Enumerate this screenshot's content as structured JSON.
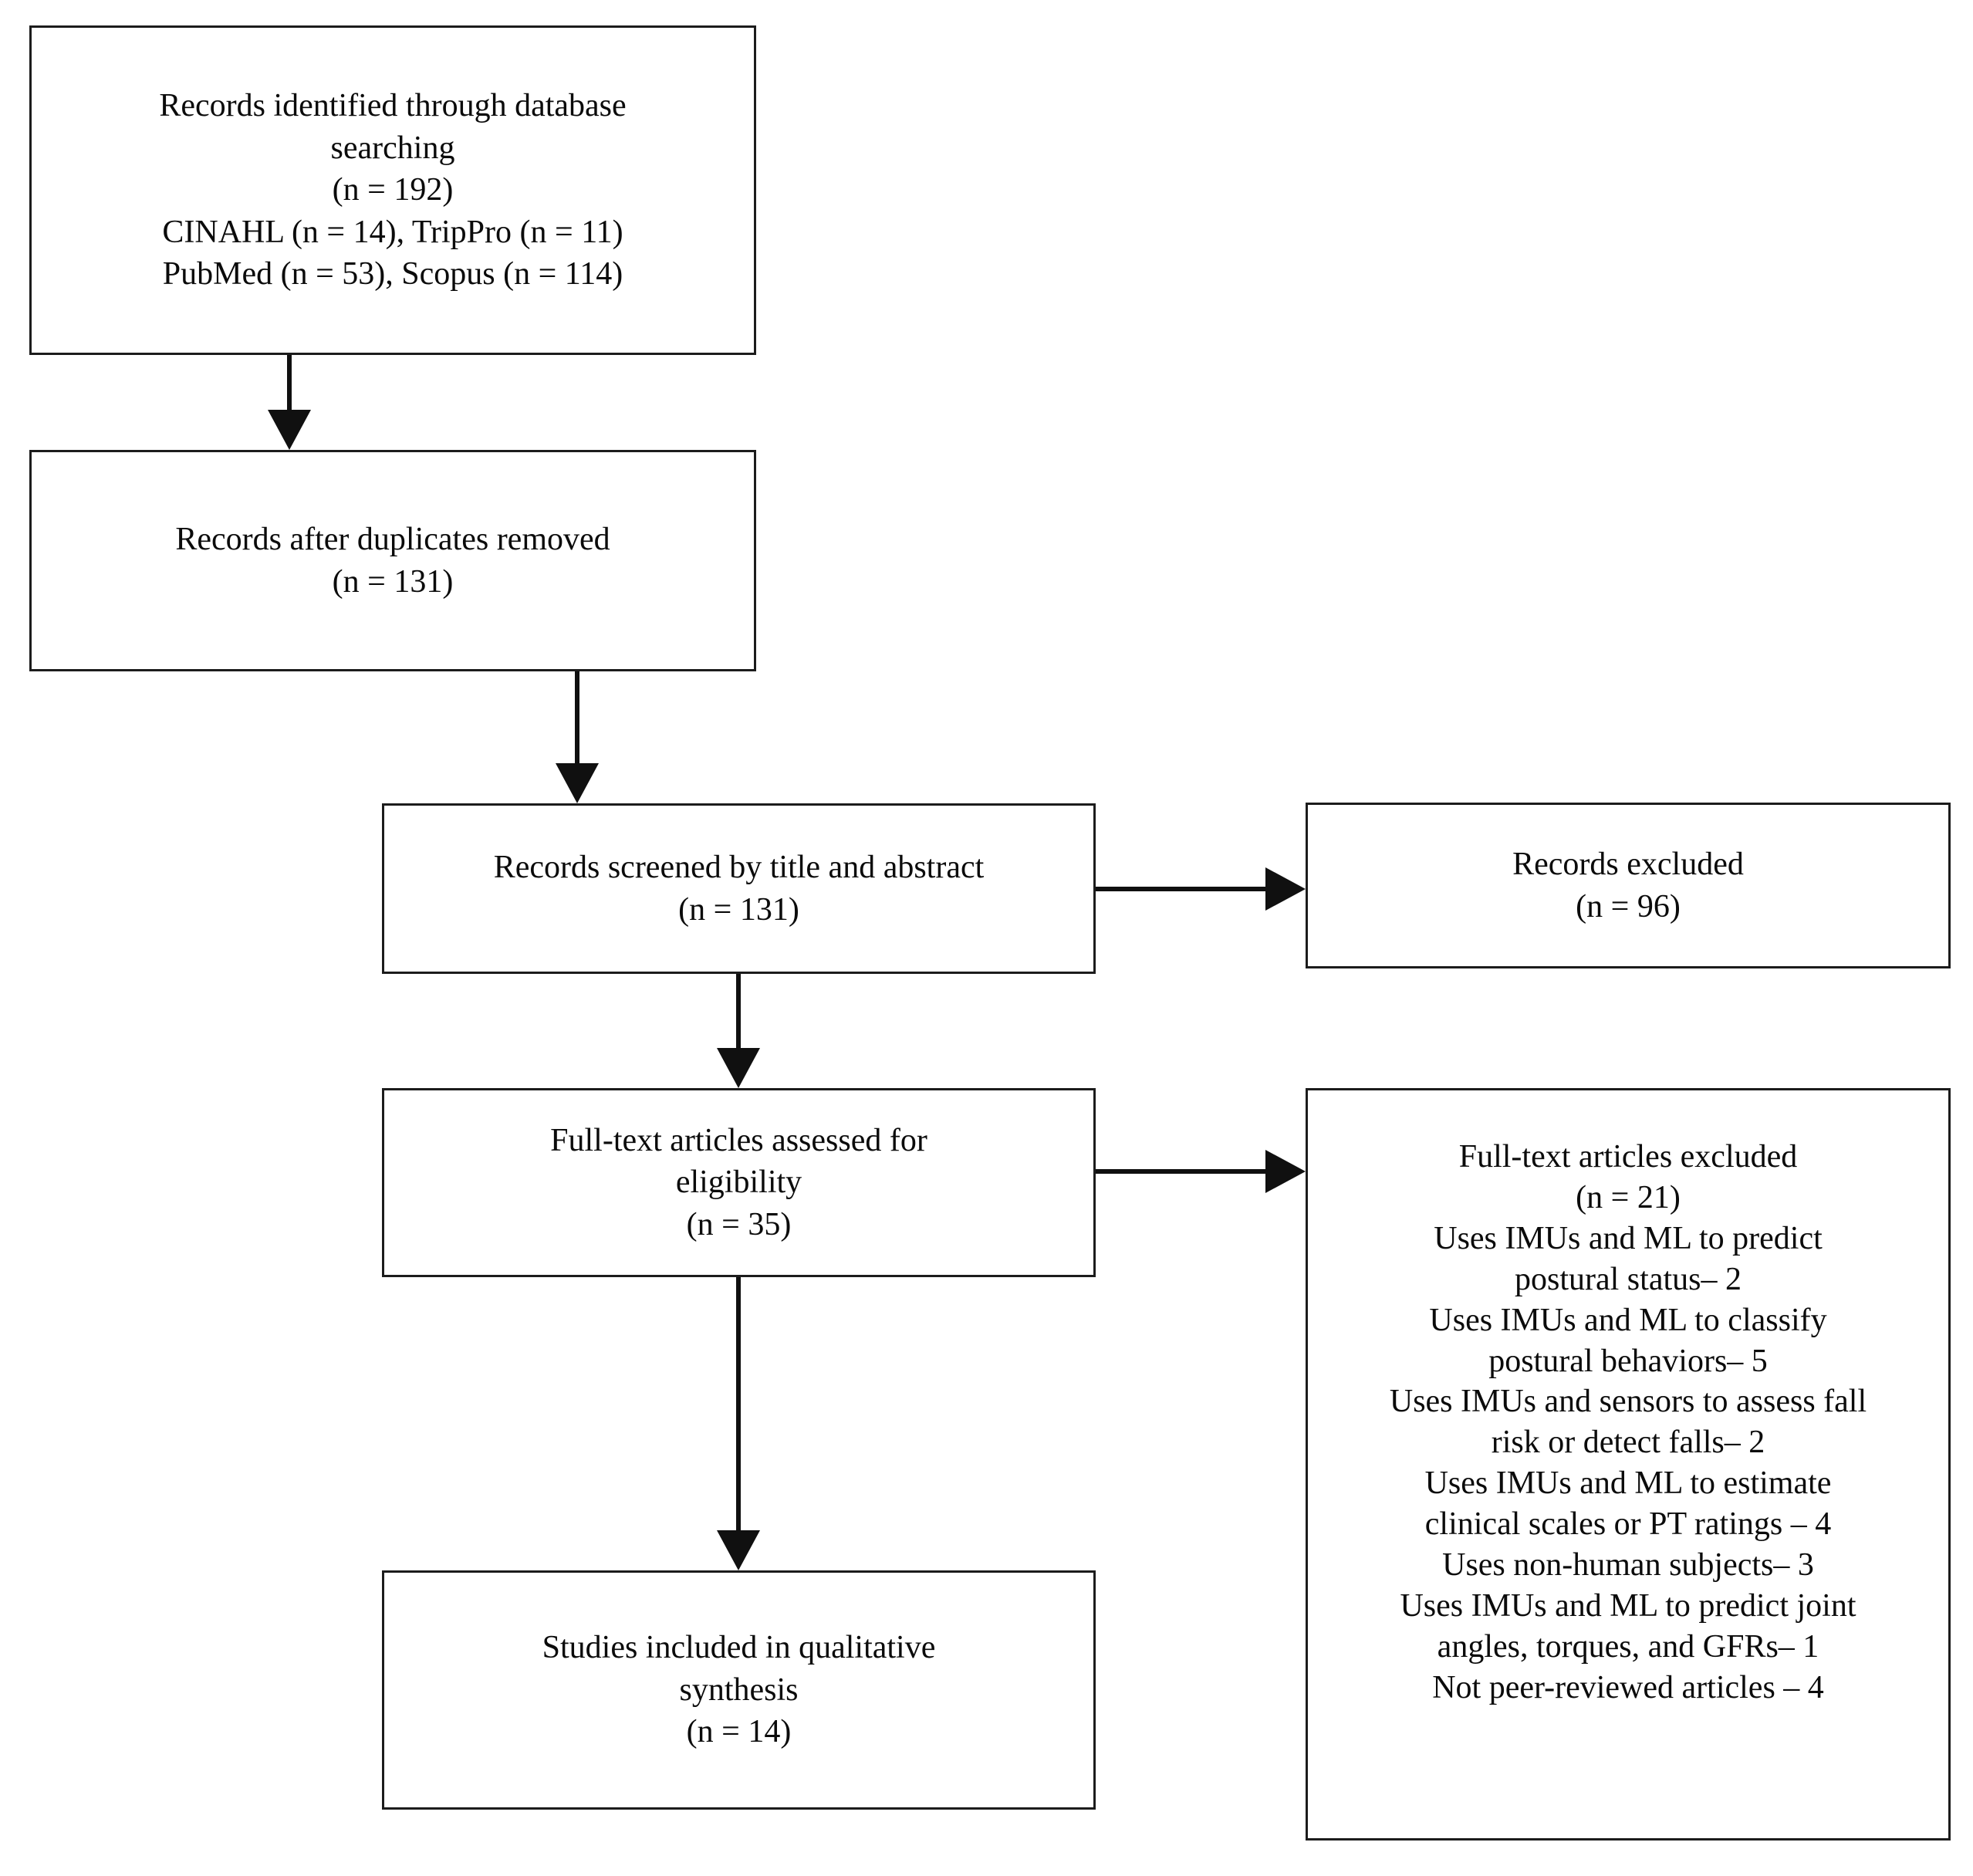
{
  "diagram": {
    "title": "PRISMA study selection flow diagram",
    "type": "prisma-flowchart",
    "colors": {
      "box_border": "#1c1c1c",
      "box_fill": "#ffffff",
      "connector": "#101010",
      "text": "#0b0b0b",
      "page_background": "#ffffff"
    }
  },
  "nodes": {
    "identified": {
      "name": "records-identified",
      "lines": [
        "Records identified through database",
        "searching",
        "(n = 192)",
        "CINAHL (n = 14), TripPro (n = 11)",
        "PubMed (n = 53), Scopus (n = 114)"
      ]
    },
    "duplicates_removed": {
      "name": "records-after-duplicates-removed",
      "lines": [
        "Records after duplicates removed",
        "(n = 131)"
      ]
    },
    "screened": {
      "name": "records-screened",
      "lines": [
        "Records screened by title and abstract",
        "(n = 131)"
      ]
    },
    "records_excluded": {
      "name": "records-excluded",
      "lines": [
        "Records excluded",
        "(n = 96)"
      ]
    },
    "fulltext_assessed": {
      "name": "full-text-articles-assessed",
      "lines": [
        "Full-text articles assessed for",
        "eligibility",
        "(n = 35)"
      ]
    },
    "fulltext_excluded": {
      "name": "full-text-articles-excluded",
      "lines": [
        "Full-text articles excluded",
        "(n = 21)",
        "Uses IMUs and ML to predict",
        "postural status– 2",
        "Uses IMUs and ML to classify",
        "postural behaviors– 5",
        "Uses IMUs and sensors to assess fall",
        "risk or detect falls– 2",
        "Uses IMUs and ML to estimate",
        "clinical scales or PT ratings – 4",
        "Uses non-human subjects– 3",
        "Uses IMUs and ML to predict joint",
        "angles, torques, and GFRs– 1",
        "Not peer-reviewed articles – 4"
      ]
    },
    "included": {
      "name": "studies-included",
      "lines": [
        "Studies included in qualitative",
        "synthesis",
        "(n = 14)"
      ]
    }
  },
  "counts": {
    "identified_total": 192,
    "cinahl": 14,
    "trippro": 11,
    "pubmed": 53,
    "scopus": 114,
    "after_duplicates": 131,
    "screened": 131,
    "records_excluded": 96,
    "fulltext_assessed": 35,
    "fulltext_excluded": 21,
    "included": 14,
    "exclusion_reasons": [
      {
        "reason": "Uses IMUs and ML to predict postural status",
        "count": 2
      },
      {
        "reason": "Uses IMUs and ML to classify postural behaviors",
        "count": 5
      },
      {
        "reason": "Uses IMUs and sensors to assess fall risk or detect falls",
        "count": 2
      },
      {
        "reason": "Uses IMUs and ML to estimate clinical scales or PT ratings",
        "count": 4
      },
      {
        "reason": "Uses non-human subjects",
        "count": 3
      },
      {
        "reason": "Uses IMUs and ML to predict joint angles, torques, and GFRs",
        "count": 1
      },
      {
        "reason": "Not peer-reviewed articles",
        "count": 4
      }
    ]
  },
  "edges": [
    {
      "name": "edge-identified-to-duplicates",
      "from": "identified",
      "to": "duplicates_removed",
      "direction": "down"
    },
    {
      "name": "edge-duplicates-to-screened",
      "from": "duplicates_removed",
      "to": "screened",
      "direction": "down"
    },
    {
      "name": "edge-screened-to-records-excluded",
      "from": "screened",
      "to": "records_excluded",
      "direction": "right"
    },
    {
      "name": "edge-screened-to-fulltext",
      "from": "screened",
      "to": "fulltext_assessed",
      "direction": "down"
    },
    {
      "name": "edge-fulltext-to-fulltext-excluded",
      "from": "fulltext_assessed",
      "to": "fulltext_excluded",
      "direction": "right"
    },
    {
      "name": "edge-fulltext-to-included",
      "from": "fulltext_assessed",
      "to": "included",
      "direction": "down"
    }
  ]
}
